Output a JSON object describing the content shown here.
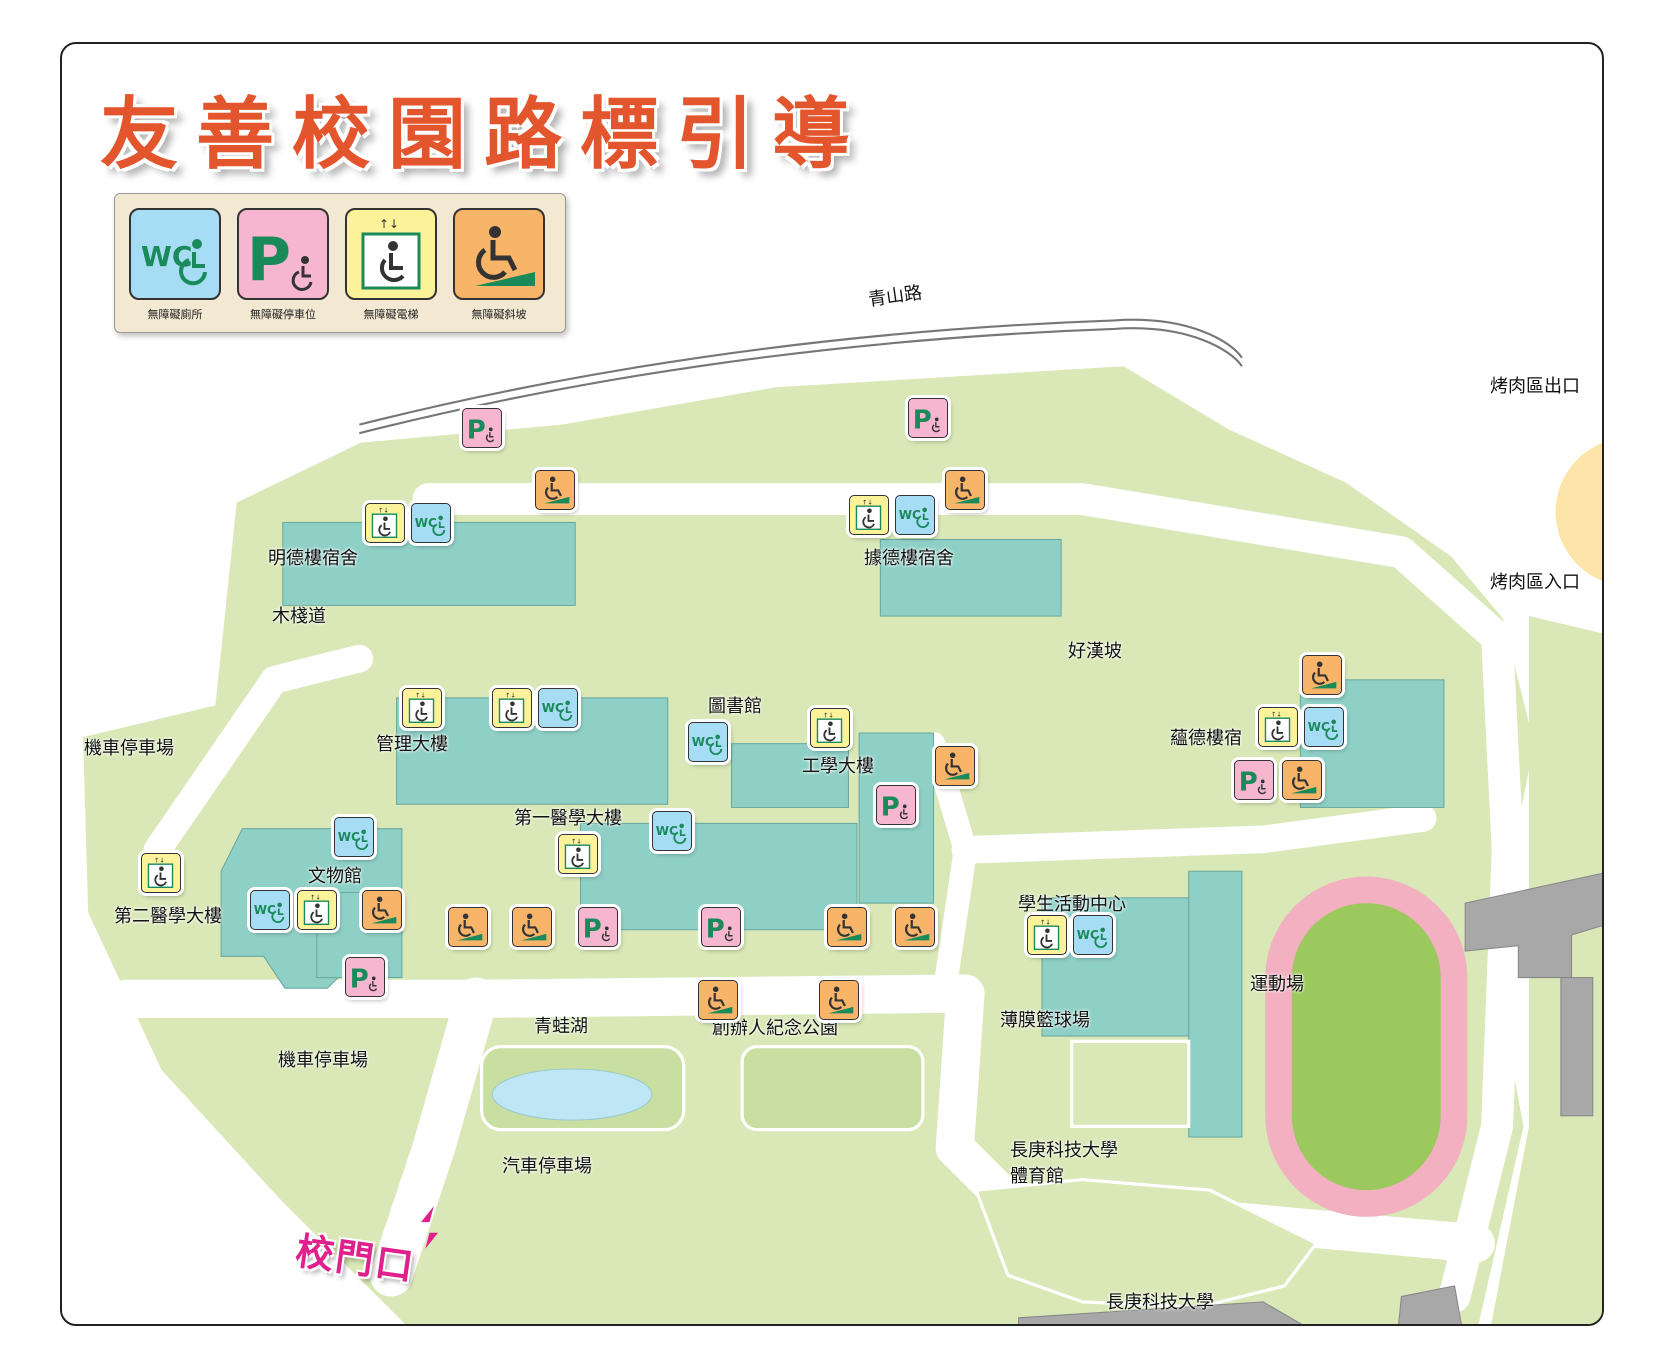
{
  "title": "友善校園路標引導",
  "legend": [
    {
      "id": "wc",
      "label": "無障礙廁所",
      "color": "#a6dcf4",
      "icon": "accessible-toilet-icon"
    },
    {
      "id": "pk",
      "label": "無障礙停車位",
      "color": "#f6b6cf",
      "icon": "accessible-parking-icon"
    },
    {
      "id": "el",
      "label": "無障礙電梯",
      "color": "#fbf29a",
      "icon": "accessible-elevator-icon"
    },
    {
      "id": "rp",
      "label": "無障礙斜坡",
      "color": "#f8b468",
      "icon": "accessible-ramp-icon"
    }
  ],
  "labels": {
    "road": "青山路",
    "bbq_exit": "烤肉區出口",
    "bbq_entrance": "烤肉區入口",
    "mingde": "明德樓宿舍",
    "jude": "據德樓宿舍",
    "boardwalk": "木棧道",
    "haohan": "好漢坡",
    "admin": "管理大樓",
    "library": "圖書館",
    "engineering": "工學大樓",
    "yunde": "蘊德樓宿",
    "moto_parking_1": "機車停車場",
    "med1": "第一醫學大樓",
    "museum": "文物館",
    "med2": "第二醫學大樓",
    "student_center": "學生活動中心",
    "field": "運動場",
    "frog_lake": "青蛙湖",
    "founder_park": "創辦人紀念公園",
    "basketball": "薄膜籃球場",
    "moto_parking_2": "機車停車場",
    "car_parking": "汽車停車場",
    "cgust_gym_1": "長庚科技大學",
    "cgust_gym_2": "體育館",
    "cgust": "長庚科技大學",
    "gate": "校門口"
  },
  "colors": {
    "ground": "#d9e8b6",
    "building": "#8fd0c6",
    "road": "#ffffff",
    "other_buildings": "#a8a8a8",
    "track": "#f2b0c0",
    "bbq": "#fde4a8",
    "title": "#e2552d",
    "gate": "#e0208c"
  }
}
